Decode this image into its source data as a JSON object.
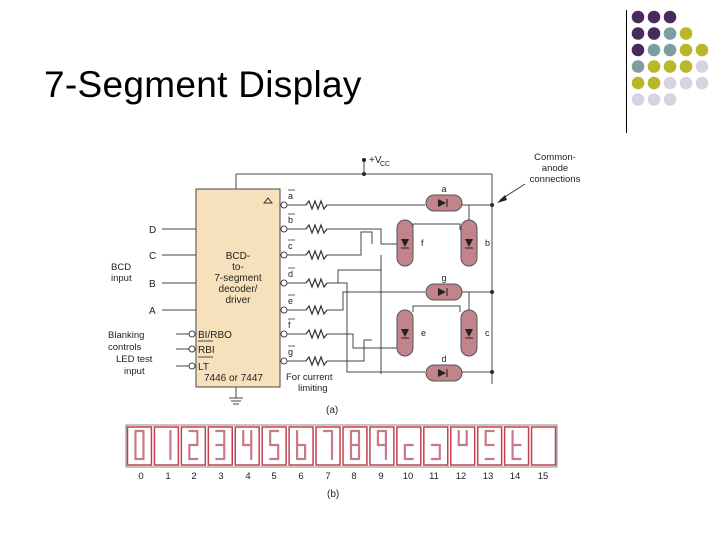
{
  "slide": {
    "title": "7-Segment Display"
  },
  "decoration": {
    "dot_colors": {
      "purple": "#4a2a5c",
      "teal": "#7b9ea2",
      "olive": "#b8b629",
      "lavender": "#d6d3e3"
    },
    "dot_rows": [
      [
        "purple",
        "purple",
        "purple"
      ],
      [
        "purple",
        "purple",
        "teal",
        "olive"
      ],
      [
        "purple",
        "teal",
        "teal",
        "olive",
        "olive"
      ],
      [
        "teal",
        "olive",
        "olive",
        "olive",
        "lavender"
      ],
      [
        "olive",
        "olive",
        "lavender",
        "lavender",
        "lavender"
      ],
      [
        "lavender",
        "lavender",
        "lavender"
      ]
    ]
  },
  "circuit": {
    "vcc_label": "+V",
    "vcc_sub": "CC",
    "common_anode_label": [
      "Common-",
      "anode",
      "connections"
    ],
    "chip_label": [
      "BCD-",
      "to-",
      "7-segment",
      "decoder/",
      "driver"
    ],
    "chip_part": "7446 or 7447",
    "inputs": [
      "D",
      "C",
      "B",
      "A"
    ],
    "bcd_label": [
      "BCD",
      "input"
    ],
    "output_labels": [
      "a",
      "b",
      "c",
      "d",
      "e",
      "f",
      "g"
    ],
    "control_pins": [
      "BI/RBO",
      "RBI",
      "LT"
    ],
    "blanking_label": [
      "Blanking",
      "controls",
      "LED test",
      "input"
    ],
    "current_label": [
      "For current",
      "limiting"
    ],
    "segment_labels": [
      "a",
      "f",
      "b",
      "g",
      "e",
      "c",
      "d"
    ],
    "caption_a": "(a)"
  },
  "display": {
    "digit_labels": [
      "0",
      "1",
      "2",
      "3",
      "4",
      "5",
      "6",
      "7",
      "8",
      "9",
      "10",
      "11",
      "12",
      "13",
      "14",
      "15"
    ],
    "caption_b": "(b)",
    "segment_color": "#c77a87",
    "panel_color": "#c2404f"
  }
}
